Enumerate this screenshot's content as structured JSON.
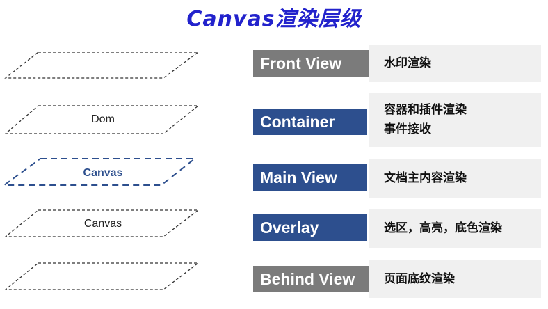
{
  "title": "Canvas渲染层级",
  "layers": [
    {
      "plane_text": "",
      "label": "Front View",
      "descriptions": [
        "水印渲染"
      ]
    },
    {
      "plane_text": "Dom",
      "label": "Container",
      "descriptions": [
        "容器和插件渲染",
        "事件接收"
      ]
    },
    {
      "plane_text": "Canvas",
      "label": "Main View",
      "descriptions": [
        "文档主内容渲染"
      ],
      "highlighted": true
    },
    {
      "plane_text": "Canvas",
      "label": "Overlay",
      "descriptions": [
        "选区，高亮，底色渲染"
      ]
    },
    {
      "plane_text": "",
      "label": "Behind View",
      "descriptions": [
        "页面底纹渲染"
      ]
    }
  ],
  "colors": {
    "title": "#2222cc",
    "label_gray": "#7b7b7b",
    "label_blue": "#2d4f8e",
    "highlight_plane": "#2d4f8e",
    "description_bg": "#f0f0f0"
  }
}
